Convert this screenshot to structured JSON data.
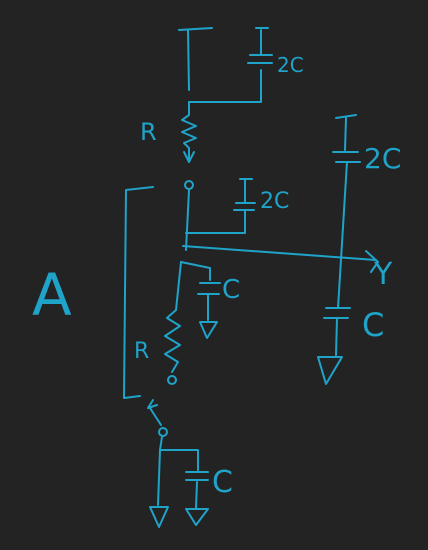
{
  "colors": {
    "background": "#232323",
    "ink": "#1fa3c9"
  },
  "labels": {
    "top_cap": "2C",
    "top_resistor": "R",
    "right_top_cap": "2C",
    "middle_cap": "2C",
    "node_a": "A",
    "output_y": "Y",
    "center_cap": "C",
    "right_bottom_cap": "C",
    "lower_resistor": "R",
    "bottom_cap": "C"
  }
}
